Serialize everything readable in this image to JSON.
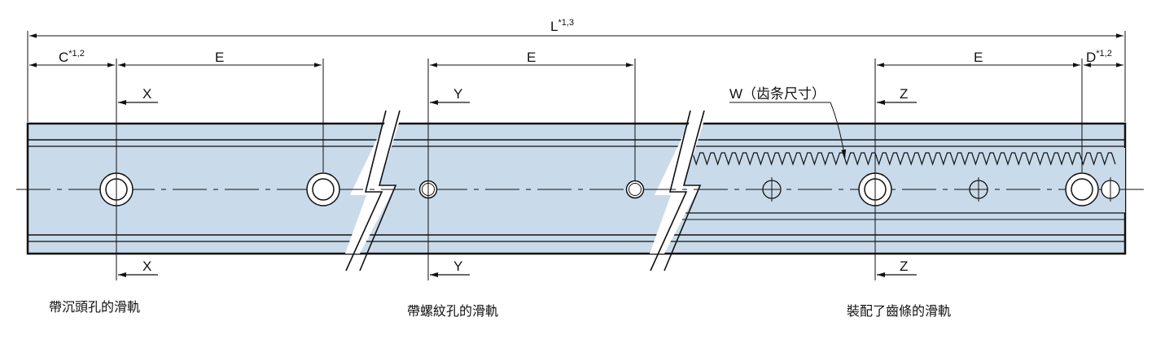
{
  "dimensions": {
    "length_label": "L",
    "length_sup": "*1,3",
    "start_offset_label": "C",
    "start_offset_sup": "*1,2",
    "end_offset_label": "D",
    "end_offset_sup": "*1,2",
    "pitch_label": "E",
    "rack_width_label": "W（齿条尺寸）"
  },
  "sections": {
    "x_label": "X",
    "y_label": "Y",
    "z_label": "Z"
  },
  "captions": {
    "counterbore_rail": "帶沉頭孔的滑軌",
    "threaded_rail": "帶螺紋孔的滑軌",
    "rack_rail": "裝配了齒條的滑軌"
  },
  "colors": {
    "rail_fill": "#c9dbea",
    "line": "#111111"
  }
}
